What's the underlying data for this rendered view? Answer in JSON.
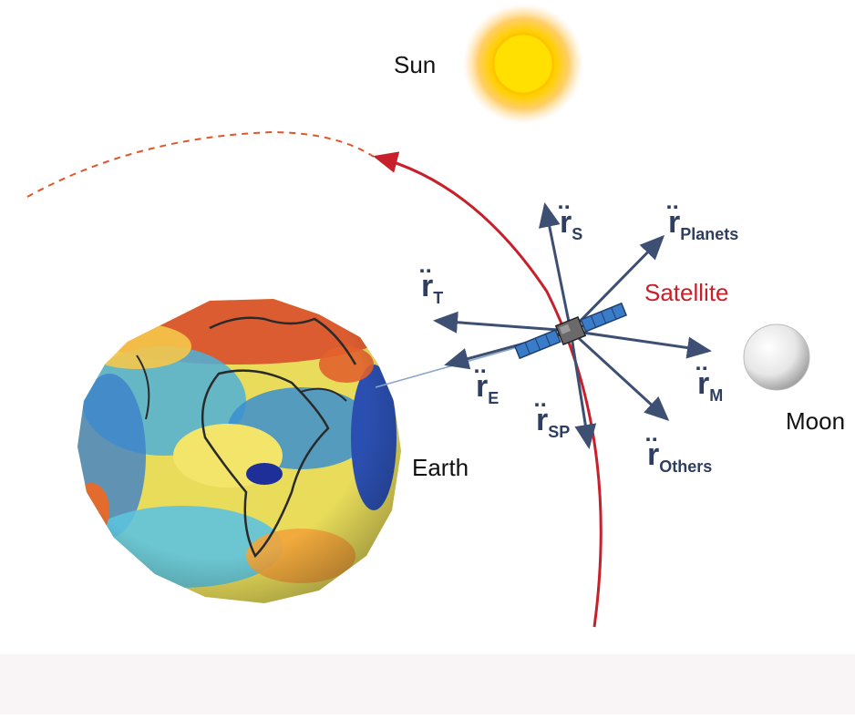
{
  "labels": {
    "sun": "Sun",
    "earth": "Earth",
    "moon": "Moon",
    "satellite": "Satellite"
  },
  "accelerations": [
    {
      "id": "s",
      "symbol": "r̈",
      "subscript": "S"
    },
    {
      "id": "planets",
      "symbol": "r̈",
      "subscript": "Planets"
    },
    {
      "id": "t",
      "symbol": "r̈",
      "subscript": "T"
    },
    {
      "id": "m",
      "symbol": "r̈",
      "subscript": "M"
    },
    {
      "id": "e",
      "symbol": "r̈",
      "subscript": "E"
    },
    {
      "id": "sp",
      "symbol": "r̈",
      "subscript": "SP"
    },
    {
      "id": "others",
      "symbol": "r̈",
      "subscript": "Others"
    }
  ],
  "colors": {
    "arrows": "#3d4f73",
    "orbit": "#c8202b",
    "orbit_dashed": "#e0552a",
    "sun": "#ffd21a",
    "moon": "#e4e4e4"
  }
}
